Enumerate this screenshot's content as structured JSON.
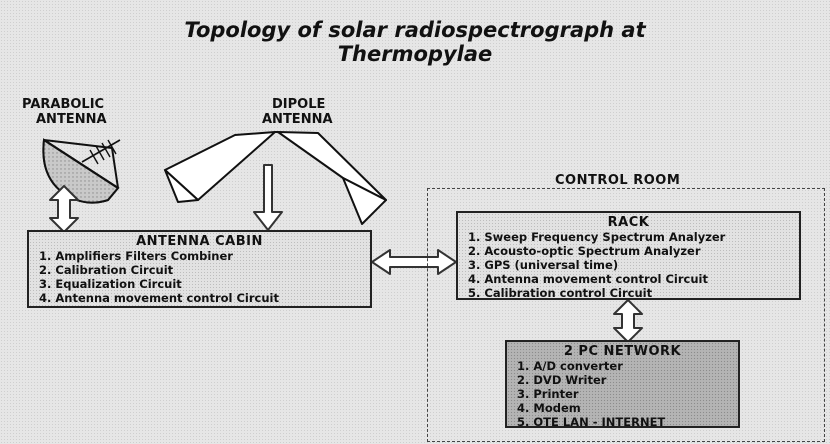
{
  "title": {
    "line1": "Topology of solar radiospectrograph at",
    "line2": "Thermopylae"
  },
  "antennas": {
    "parabolic": {
      "line1": "PARABOLIC",
      "line2": "ANTENNA"
    },
    "dipole": {
      "line1": "DIPOLE",
      "line2": "ANTENNA"
    }
  },
  "antenna_cabin": {
    "title": "ANTENNA CABIN",
    "items": [
      "1. Amplifiers Filters Combiner",
      "2. Calibration Circuit",
      "3. Equalization Circuit",
      "4. Antenna movement control  Circuit"
    ]
  },
  "control_room": {
    "label": "CONTROL ROOM",
    "rack": {
      "title": "RACK",
      "items": [
        "1. Sweep Frequency Spectrum Analyzer",
        "2. Acousto-optic Spectrum Analyzer",
        "3. GPS (universal time)",
        "4. Antenna movement control  Circuit",
        "5. Calibration control Circuit"
      ]
    },
    "pc_network": {
      "title": "2 PC NETWORK",
      "items": [
        "1. A/D converter",
        "2. DVD Writer",
        "3. Printer",
        "4. Modem",
        "5. OTE LAN - INTERNET"
      ]
    }
  },
  "colors": {
    "background": "#e6e6e6",
    "box_light": "#e2e2e2",
    "box_dark": "#b4b4b4",
    "line": "#222222"
  }
}
